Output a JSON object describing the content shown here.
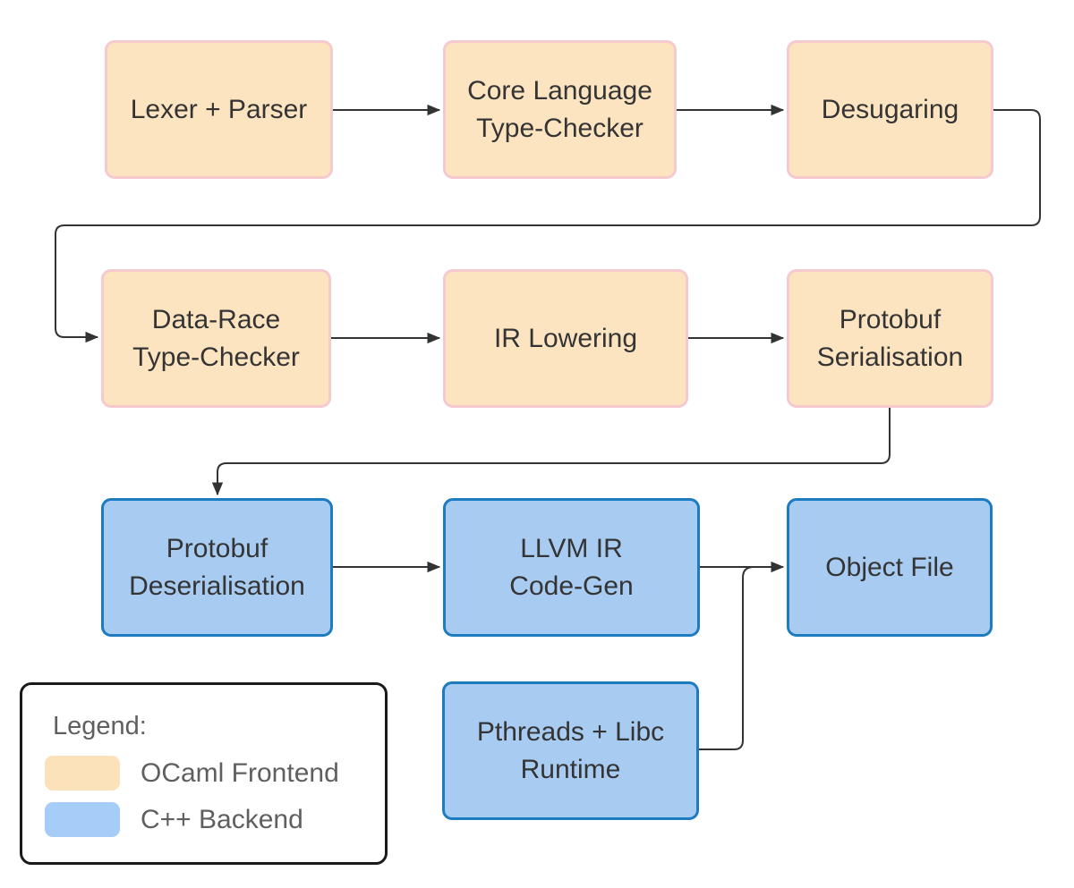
{
  "diagram": {
    "nodes": [
      {
        "id": "lexer-parser",
        "label": "Lexer + Parser",
        "group": "frontend"
      },
      {
        "id": "core-type-checker",
        "label": "Core Language\nType-Checker",
        "group": "frontend"
      },
      {
        "id": "desugaring",
        "label": "Desugaring",
        "group": "frontend"
      },
      {
        "id": "data-race-type-checker",
        "label": "Data-Race\nType-Checker",
        "group": "frontend"
      },
      {
        "id": "ir-lowering",
        "label": "IR Lowering",
        "group": "frontend"
      },
      {
        "id": "protobuf-serialisation",
        "label": "Protobuf\nSerialisation",
        "group": "frontend"
      },
      {
        "id": "protobuf-deserialisation",
        "label": "Protobuf\nDeserialisation",
        "group": "backend"
      },
      {
        "id": "llvm-ir-code-gen",
        "label": "LLVM IR\nCode-Gen",
        "group": "backend"
      },
      {
        "id": "object-file",
        "label": "Object File",
        "group": "backend"
      },
      {
        "id": "pthreads-libc-runtime",
        "label": "Pthreads + Libc\nRuntime",
        "group": "backend"
      }
    ],
    "edges": [
      {
        "from": "lexer-parser",
        "to": "core-type-checker"
      },
      {
        "from": "core-type-checker",
        "to": "desugaring"
      },
      {
        "from": "desugaring",
        "to": "data-race-type-checker"
      },
      {
        "from": "data-race-type-checker",
        "to": "ir-lowering"
      },
      {
        "from": "ir-lowering",
        "to": "protobuf-serialisation"
      },
      {
        "from": "protobuf-serialisation",
        "to": "protobuf-deserialisation"
      },
      {
        "from": "protobuf-deserialisation",
        "to": "llvm-ir-code-gen"
      },
      {
        "from": "llvm-ir-code-gen",
        "to": "object-file"
      },
      {
        "from": "pthreads-libc-runtime",
        "to": "object-file"
      }
    ]
  },
  "legend": {
    "title": "Legend:",
    "items": [
      {
        "label": "OCaml Frontend",
        "color": "#fbe2ba"
      },
      {
        "label": "C++ Backend",
        "color": "#a6cdf8"
      }
    ]
  },
  "colors": {
    "frontend_fill": "#fce4c1",
    "frontend_border": "#f6c9ce",
    "backend_fill": "#a8cbf2",
    "backend_border": "#1d7bc0",
    "arrow": "#333333",
    "node_text": "#343434",
    "legend_text": "#5f5f5f",
    "legend_border": "#1a1a1a"
  }
}
